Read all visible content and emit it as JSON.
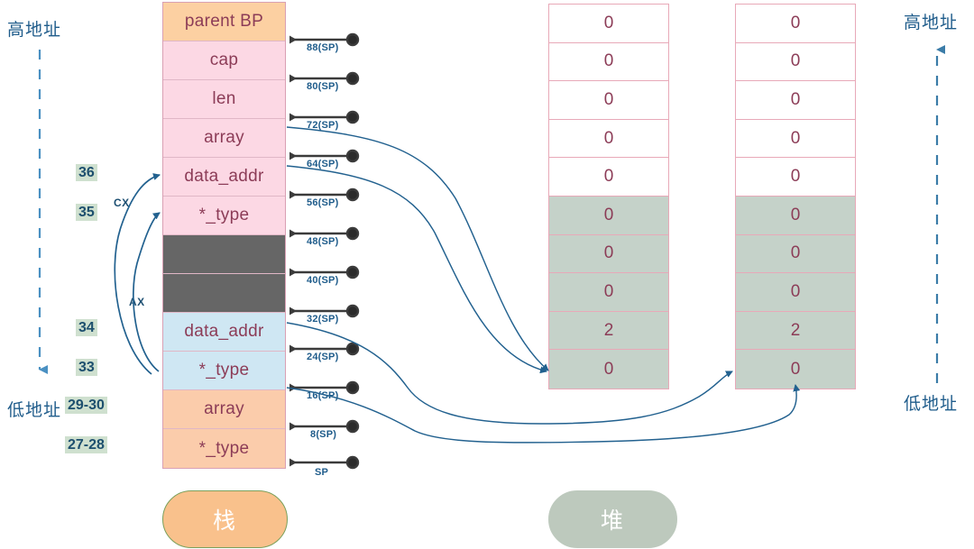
{
  "diagram": {
    "title": "Go slice stack/heap memory layout",
    "left_axis": {
      "high_label": "高地址",
      "low_label": "低地址"
    },
    "right_axis": {
      "high_label": "高地址",
      "low_label": "低地址"
    },
    "colors": {
      "accent_blue": "#1f5c8b",
      "cell_text": "#8c3c57",
      "orange": "#fcd0a2",
      "pink": "#fcd8e4",
      "gray": "#666666",
      "light_blue": "#cfe7f3",
      "orange2": "#fbccab",
      "heap_shade": "#c5d2c9",
      "badge_bg": "#cfe0cf",
      "stack_pill": "#f9c18c",
      "heap_pill": "#bdc9bd"
    }
  },
  "stack": {
    "name": "stack-column",
    "pill_label": "栈",
    "cells": [
      {
        "label": "parent BP",
        "color": "orange"
      },
      {
        "label": "cap",
        "color": "pink"
      },
      {
        "label": "len",
        "color": "pink"
      },
      {
        "label": "array",
        "color": "pink"
      },
      {
        "label": "data_addr",
        "color": "pink"
      },
      {
        "label": "*_type",
        "color": "pink"
      },
      {
        "label": "",
        "color": "gray"
      },
      {
        "label": "",
        "color": "gray"
      },
      {
        "label": "data_addr",
        "color": "blue"
      },
      {
        "label": "*_type",
        "color": "blue"
      },
      {
        "label": "array",
        "color": "orange2"
      },
      {
        "label": "*_type",
        "color": "orange2"
      }
    ]
  },
  "sp_markers": [
    {
      "label": "88(SP)"
    },
    {
      "label": "80(SP)"
    },
    {
      "label": "72(SP)"
    },
    {
      "label": "64(SP)"
    },
    {
      "label": "56(SP)"
    },
    {
      "label": "48(SP)"
    },
    {
      "label": "40(SP)"
    },
    {
      "label": "32(SP)"
    },
    {
      "label": "24(SP)"
    },
    {
      "label": "16(SP)"
    },
    {
      "label": "8(SP)"
    },
    {
      "label": "SP"
    }
  ],
  "line_numbers": [
    {
      "label": "36"
    },
    {
      "label": "35"
    },
    {
      "label": "34"
    },
    {
      "label": "33"
    },
    {
      "label": "29-30"
    },
    {
      "label": "27-28"
    }
  ],
  "registers": [
    {
      "label": "CX"
    },
    {
      "label": "AX"
    }
  ],
  "heap": {
    "pill_label": "堆",
    "columns": [
      {
        "name": "heap-block-a",
        "cells": [
          {
            "value": "0",
            "shade": false
          },
          {
            "value": "0",
            "shade": false
          },
          {
            "value": "0",
            "shade": false
          },
          {
            "value": "0",
            "shade": false
          },
          {
            "value": "0",
            "shade": false
          },
          {
            "value": "0",
            "shade": true
          },
          {
            "value": "0",
            "shade": true
          },
          {
            "value": "0",
            "shade": true
          },
          {
            "value": "2",
            "shade": true
          },
          {
            "value": "0",
            "shade": true
          }
        ]
      },
      {
        "name": "heap-block-b",
        "cells": [
          {
            "value": "0",
            "shade": false
          },
          {
            "value": "0",
            "shade": false
          },
          {
            "value": "0",
            "shade": false
          },
          {
            "value": "0",
            "shade": false
          },
          {
            "value": "0",
            "shade": false
          },
          {
            "value": "0",
            "shade": true
          },
          {
            "value": "0",
            "shade": true
          },
          {
            "value": "0",
            "shade": true
          },
          {
            "value": "2",
            "shade": true
          },
          {
            "value": "0",
            "shade": true
          }
        ]
      }
    ]
  }
}
